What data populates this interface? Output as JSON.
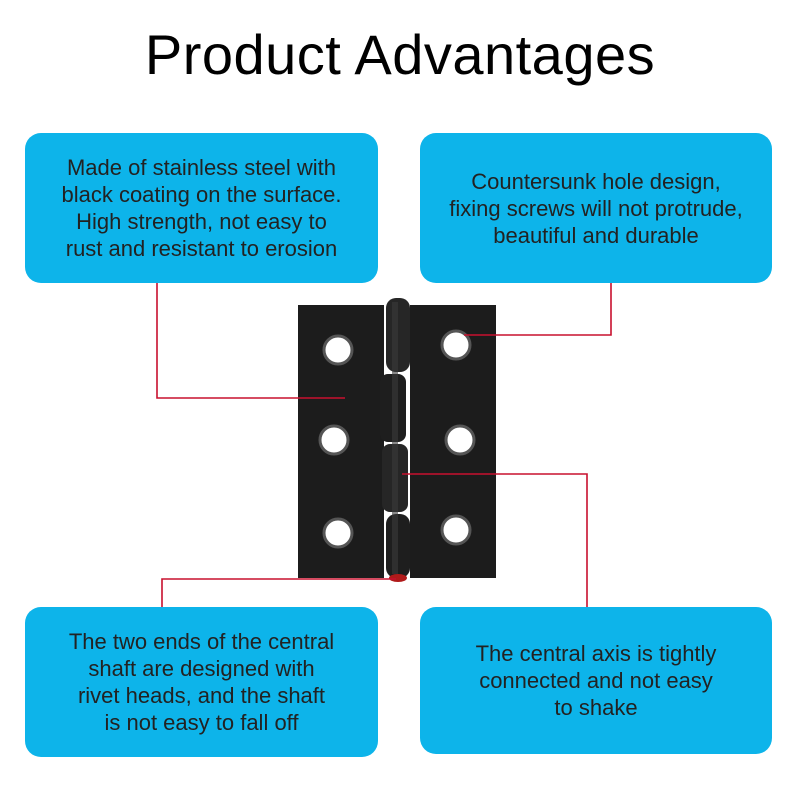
{
  "header": {
    "title": "Product Advantages"
  },
  "colors": {
    "callout_bg": "#0db4ea",
    "leader_line": "#c8102e",
    "hinge_body": "#1c1c1c"
  },
  "callouts": {
    "top_left": [
      "Made of stainless steel with",
      "black coating on the surface.",
      "High strength, not easy to",
      "rust and resistant to erosion"
    ],
    "top_right": [
      "Countersunk hole design,",
      "fixing screws will not protrude,",
      "beautiful and durable"
    ],
    "bottom_left": [
      "The two ends of the central",
      "shaft are designed with",
      "rivet heads, and the shaft",
      "is not easy to fall off"
    ],
    "bottom_right": [
      "The central axis is tightly",
      "connected and not easy",
      "to shake"
    ]
  },
  "icons": {
    "product": "black-hinge-icon"
  }
}
